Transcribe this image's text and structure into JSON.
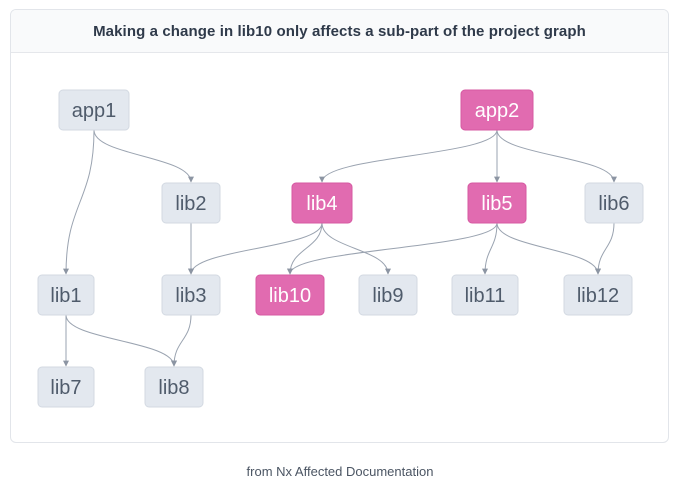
{
  "title": "Making a change in lib10 only affects a sub-part of the project graph",
  "caption": "from Nx Affected Documentation",
  "colors": {
    "affected_fill": "#e16bb0",
    "normal_fill": "#e3e8ef",
    "edge": "#9aa3b0"
  },
  "nodes": [
    {
      "id": "app1",
      "label": "app1",
      "affected": false
    },
    {
      "id": "app2",
      "label": "app2",
      "affected": true
    },
    {
      "id": "lib1",
      "label": "lib1",
      "affected": false
    },
    {
      "id": "lib2",
      "label": "lib2",
      "affected": false
    },
    {
      "id": "lib3",
      "label": "lib3",
      "affected": false
    },
    {
      "id": "lib4",
      "label": "lib4",
      "affected": true
    },
    {
      "id": "lib5",
      "label": "lib5",
      "affected": true
    },
    {
      "id": "lib6",
      "label": "lib6",
      "affected": false
    },
    {
      "id": "lib7",
      "label": "lib7",
      "affected": false
    },
    {
      "id": "lib8",
      "label": "lib8",
      "affected": false
    },
    {
      "id": "lib9",
      "label": "lib9",
      "affected": false
    },
    {
      "id": "lib10",
      "label": "lib10",
      "affected": true
    },
    {
      "id": "lib11",
      "label": "lib11",
      "affected": false
    },
    {
      "id": "lib12",
      "label": "lib12",
      "affected": false
    }
  ],
  "edges": [
    {
      "from": "app1",
      "to": "lib1"
    },
    {
      "from": "app1",
      "to": "lib2"
    },
    {
      "from": "lib2",
      "to": "lib3"
    },
    {
      "from": "lib1",
      "to": "lib7"
    },
    {
      "from": "lib1",
      "to": "lib8"
    },
    {
      "from": "lib3",
      "to": "lib8"
    },
    {
      "from": "app2",
      "to": "lib4"
    },
    {
      "from": "app2",
      "to": "lib5"
    },
    {
      "from": "app2",
      "to": "lib6"
    },
    {
      "from": "lib4",
      "to": "lib3"
    },
    {
      "from": "lib4",
      "to": "lib10"
    },
    {
      "from": "lib4",
      "to": "lib9"
    },
    {
      "from": "lib5",
      "to": "lib10"
    },
    {
      "from": "lib5",
      "to": "lib11"
    },
    {
      "from": "lib5",
      "to": "lib12"
    },
    {
      "from": "lib6",
      "to": "lib12"
    }
  ]
}
